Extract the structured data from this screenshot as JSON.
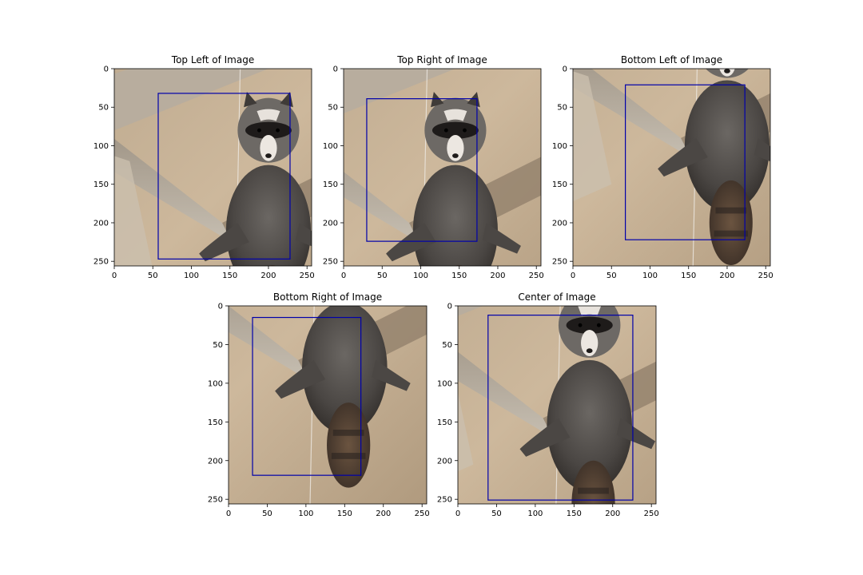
{
  "chart_data": [
    {
      "type": "image",
      "title": "Top Left of Image",
      "xlim": [
        0,
        256
      ],
      "ylim": [
        256,
        0
      ],
      "xticks": [
        0,
        50,
        100,
        150,
        200,
        250
      ],
      "yticks": [
        0,
        50,
        100,
        150,
        200,
        250
      ],
      "bbox_data": {
        "x0": 57,
        "y0": 32,
        "x1": 228,
        "y1": 247
      },
      "bbox_color": "#0000aa",
      "crop": "top-left"
    },
    {
      "type": "image",
      "title": "Top Right of Image",
      "xlim": [
        0,
        256
      ],
      "ylim": [
        256,
        0
      ],
      "xticks": [
        0,
        50,
        100,
        150,
        200,
        250
      ],
      "yticks": [
        0,
        50,
        100,
        150,
        200,
        250
      ],
      "bbox_data": {
        "x0": 30,
        "y0": 39,
        "x1": 173,
        "y1": 224
      },
      "bbox_color": "#0000aa",
      "crop": "top-right"
    },
    {
      "type": "image",
      "title": "Bottom Left of Image",
      "xlim": [
        0,
        256
      ],
      "ylim": [
        256,
        0
      ],
      "xticks": [
        0,
        50,
        100,
        150,
        200,
        250
      ],
      "yticks": [
        0,
        50,
        100,
        150,
        200,
        250
      ],
      "bbox_data": {
        "x0": 68,
        "y0": 21,
        "x1": 223,
        "y1": 222
      },
      "bbox_color": "#0000aa",
      "crop": "bottom-left"
    },
    {
      "type": "image",
      "title": "Bottom Right of Image",
      "xlim": [
        0,
        256
      ],
      "ylim": [
        256,
        0
      ],
      "xticks": [
        0,
        50,
        100,
        150,
        200,
        250
      ],
      "yticks": [
        0,
        50,
        100,
        150,
        200,
        250
      ],
      "bbox_data": {
        "x0": 31,
        "y0": 15,
        "x1": 171,
        "y1": 219
      },
      "bbox_color": "#0000aa",
      "crop": "bottom-right"
    },
    {
      "type": "image",
      "title": "Center of Image",
      "xlim": [
        0,
        256
      ],
      "ylim": [
        256,
        0
      ],
      "xticks": [
        0,
        50,
        100,
        150,
        200,
        250
      ],
      "yticks": [
        0,
        50,
        100,
        150,
        200,
        250
      ],
      "bbox_data": {
        "x0": 39,
        "y0": 12,
        "x1": 226,
        "y1": 251
      },
      "bbox_color": "#0000aa",
      "crop": "center"
    }
  ]
}
